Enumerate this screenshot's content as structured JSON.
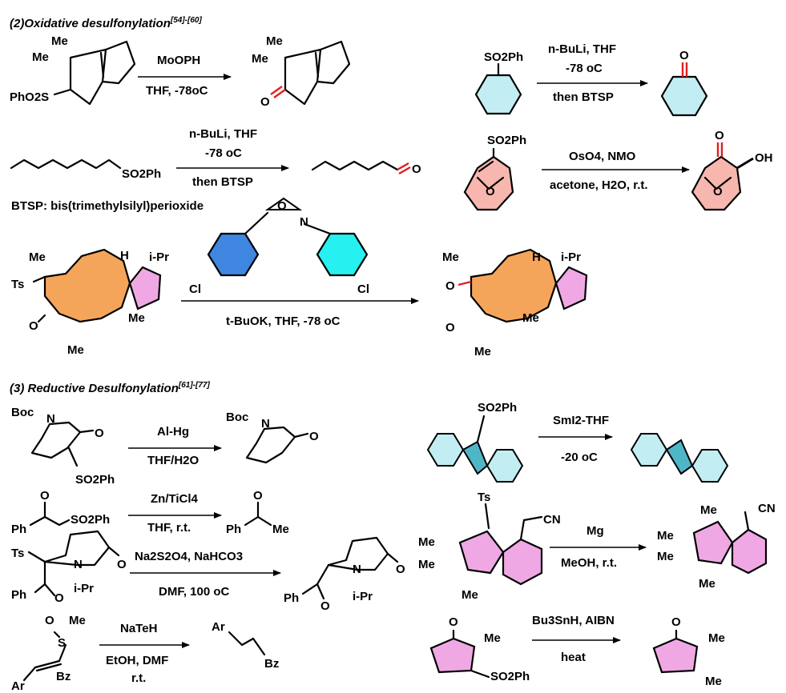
{
  "section2": {
    "title": "(2)Oxidative desulfonylation",
    "refs": "[54]-[60]"
  },
  "section3": {
    "title": "(3) Reductive Desulfonylation",
    "refs": "[61]-[77]"
  },
  "labels": {
    "me": "Me",
    "ipr": "i-Pr",
    "ts": "Ts",
    "h": "H",
    "o": "O",
    "n": "N",
    "oh": "OH",
    "cl": "Cl",
    "boc": "Boc",
    "cn": "CN",
    "ar": "Ar",
    "bz": "Bz",
    "so2ph": "SO2Ph",
    "pho2s": "PhO2S",
    "ph": "Ph",
    "s": "S"
  },
  "btsp_note": "BTSP: bis(trimethylsilyl)perioxide",
  "reactions": {
    "r1": {
      "above": "MoOPH",
      "below": "THF, -78oC"
    },
    "r2": {
      "line1": "n-BuLi, THF",
      "line2": "-78 oC",
      "line3": "then BTSP"
    },
    "r3": {
      "line1": "n-BuLi, THF",
      "line2": "-78 oC",
      "line3": "then BTSP"
    },
    "r4": {
      "above": "OsO4, NMO",
      "below": "acetone, H2O, r.t."
    },
    "r5": {
      "below": "t-BuOK, THF, -78 oC"
    },
    "r6": {
      "above": "Al-Hg",
      "below": "THF/H2O"
    },
    "r7": {
      "above": "SmI2-THF",
      "below": "-20 oC"
    },
    "r8": {
      "above": "Zn/TiCl4",
      "below": "THF, r.t."
    },
    "r9": {
      "above": "Na2S2O4, NaHCO3",
      "below": "DMF, 100 oC"
    },
    "r10": {
      "above": "Mg",
      "below": "MeOH, r.t."
    },
    "r11": {
      "above": "NaTeH",
      "below": "EtOH, DMF",
      "below2": "r.t."
    },
    "r12": {
      "above": "Bu3SnH, AIBN",
      "below": "heat"
    }
  },
  "colors": {
    "orange": "#f5a55a",
    "pink": "#f0a8e4",
    "cyan": "#c2eef3",
    "blue": "#3f86e0",
    "aqua": "#27f0f0",
    "salmon": "#f7b7ae",
    "teal": "#4fb6c8",
    "red": "#e02020"
  }
}
